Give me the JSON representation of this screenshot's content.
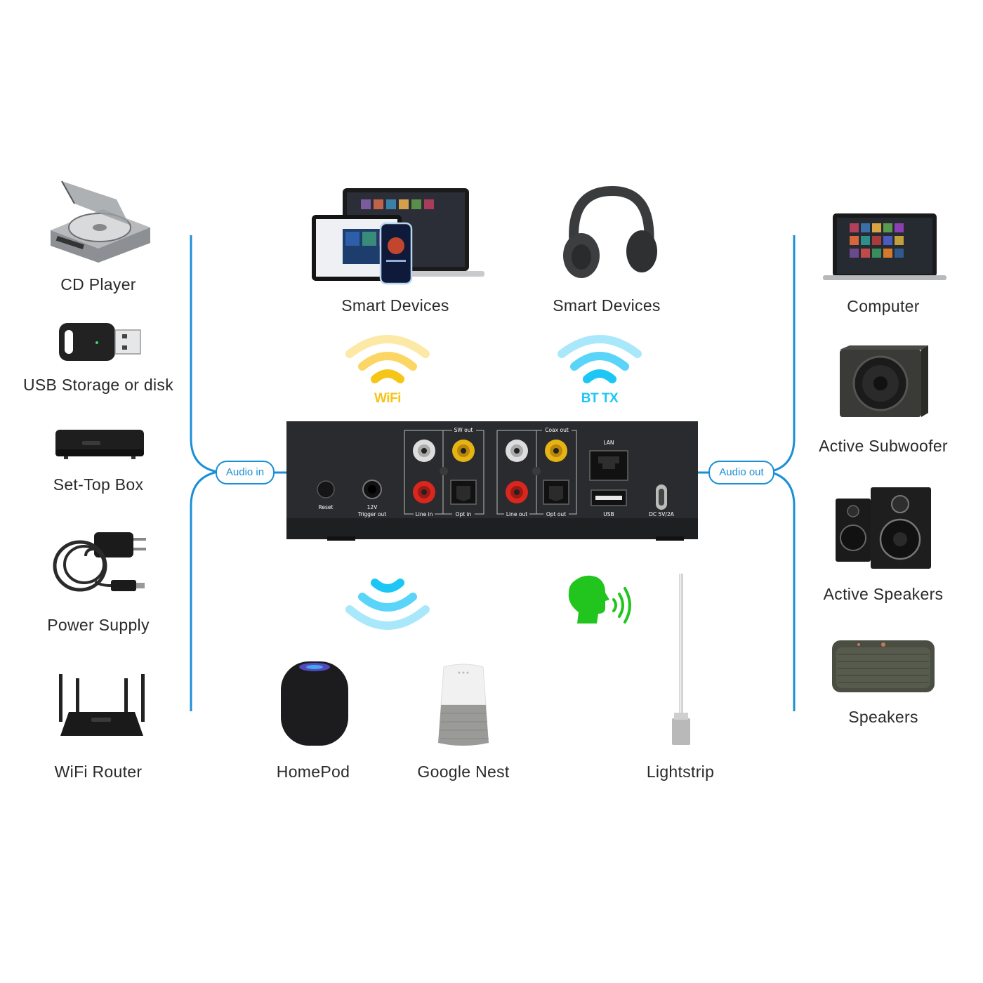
{
  "left_devices": [
    {
      "label": "CD Player",
      "icon": "cd-player-icon"
    },
    {
      "label": "USB Storage or disk",
      "icon": "usb-drive-icon"
    },
    {
      "label": "Set-Top Box",
      "icon": "set-top-box-icon"
    },
    {
      "label": "Power Supply",
      "icon": "power-supply-icon"
    },
    {
      "label": "WiFi Router",
      "icon": "wifi-router-icon"
    }
  ],
  "right_devices": [
    {
      "label": "Computer",
      "icon": "laptop-icon"
    },
    {
      "label": "Active Subwoofer",
      "icon": "subwoofer-icon"
    },
    {
      "label": "Active Speakers",
      "icon": "bookshelf-speakers-icon"
    },
    {
      "label": "Speakers",
      "icon": "portable-speaker-icon"
    }
  ],
  "top_devices": [
    {
      "label": "Smart Devices",
      "icon": "tablet-laptop-phone-icon"
    },
    {
      "label": "Smart Devices",
      "icon": "headphones-icon"
    }
  ],
  "signals": {
    "wifi": {
      "label": "WiFi",
      "color": "#f5c518"
    },
    "bt": {
      "label": "BT TX",
      "color": "#1cc6f5"
    }
  },
  "connectors": {
    "audio_in": "Audio in",
    "audio_out": "Audio out",
    "line_color": "#1b8fd6"
  },
  "device_panel": {
    "reset": "Reset",
    "trigger_12v": "12V",
    "trigger_out": "Trigger out",
    "sw_out": "SW out",
    "line_in": "Line in",
    "opt_in": "Opt in",
    "coax_out": "Coax out",
    "line_out": "Line out",
    "opt_out": "Opt out",
    "lan": "LAN",
    "usb": "USB",
    "dc": "DC 5V/2A"
  },
  "bottom_devices": [
    {
      "label": "HomePod",
      "icon": "homepod-icon"
    },
    {
      "label": "Google Nest",
      "icon": "google-nest-icon"
    },
    {
      "label": "Lightstrip",
      "icon": "lightstrip-icon"
    }
  ],
  "bottom_icons": [
    "wireless-waves-icon",
    "voice-control-icon"
  ],
  "voice_color": "#22c51e"
}
